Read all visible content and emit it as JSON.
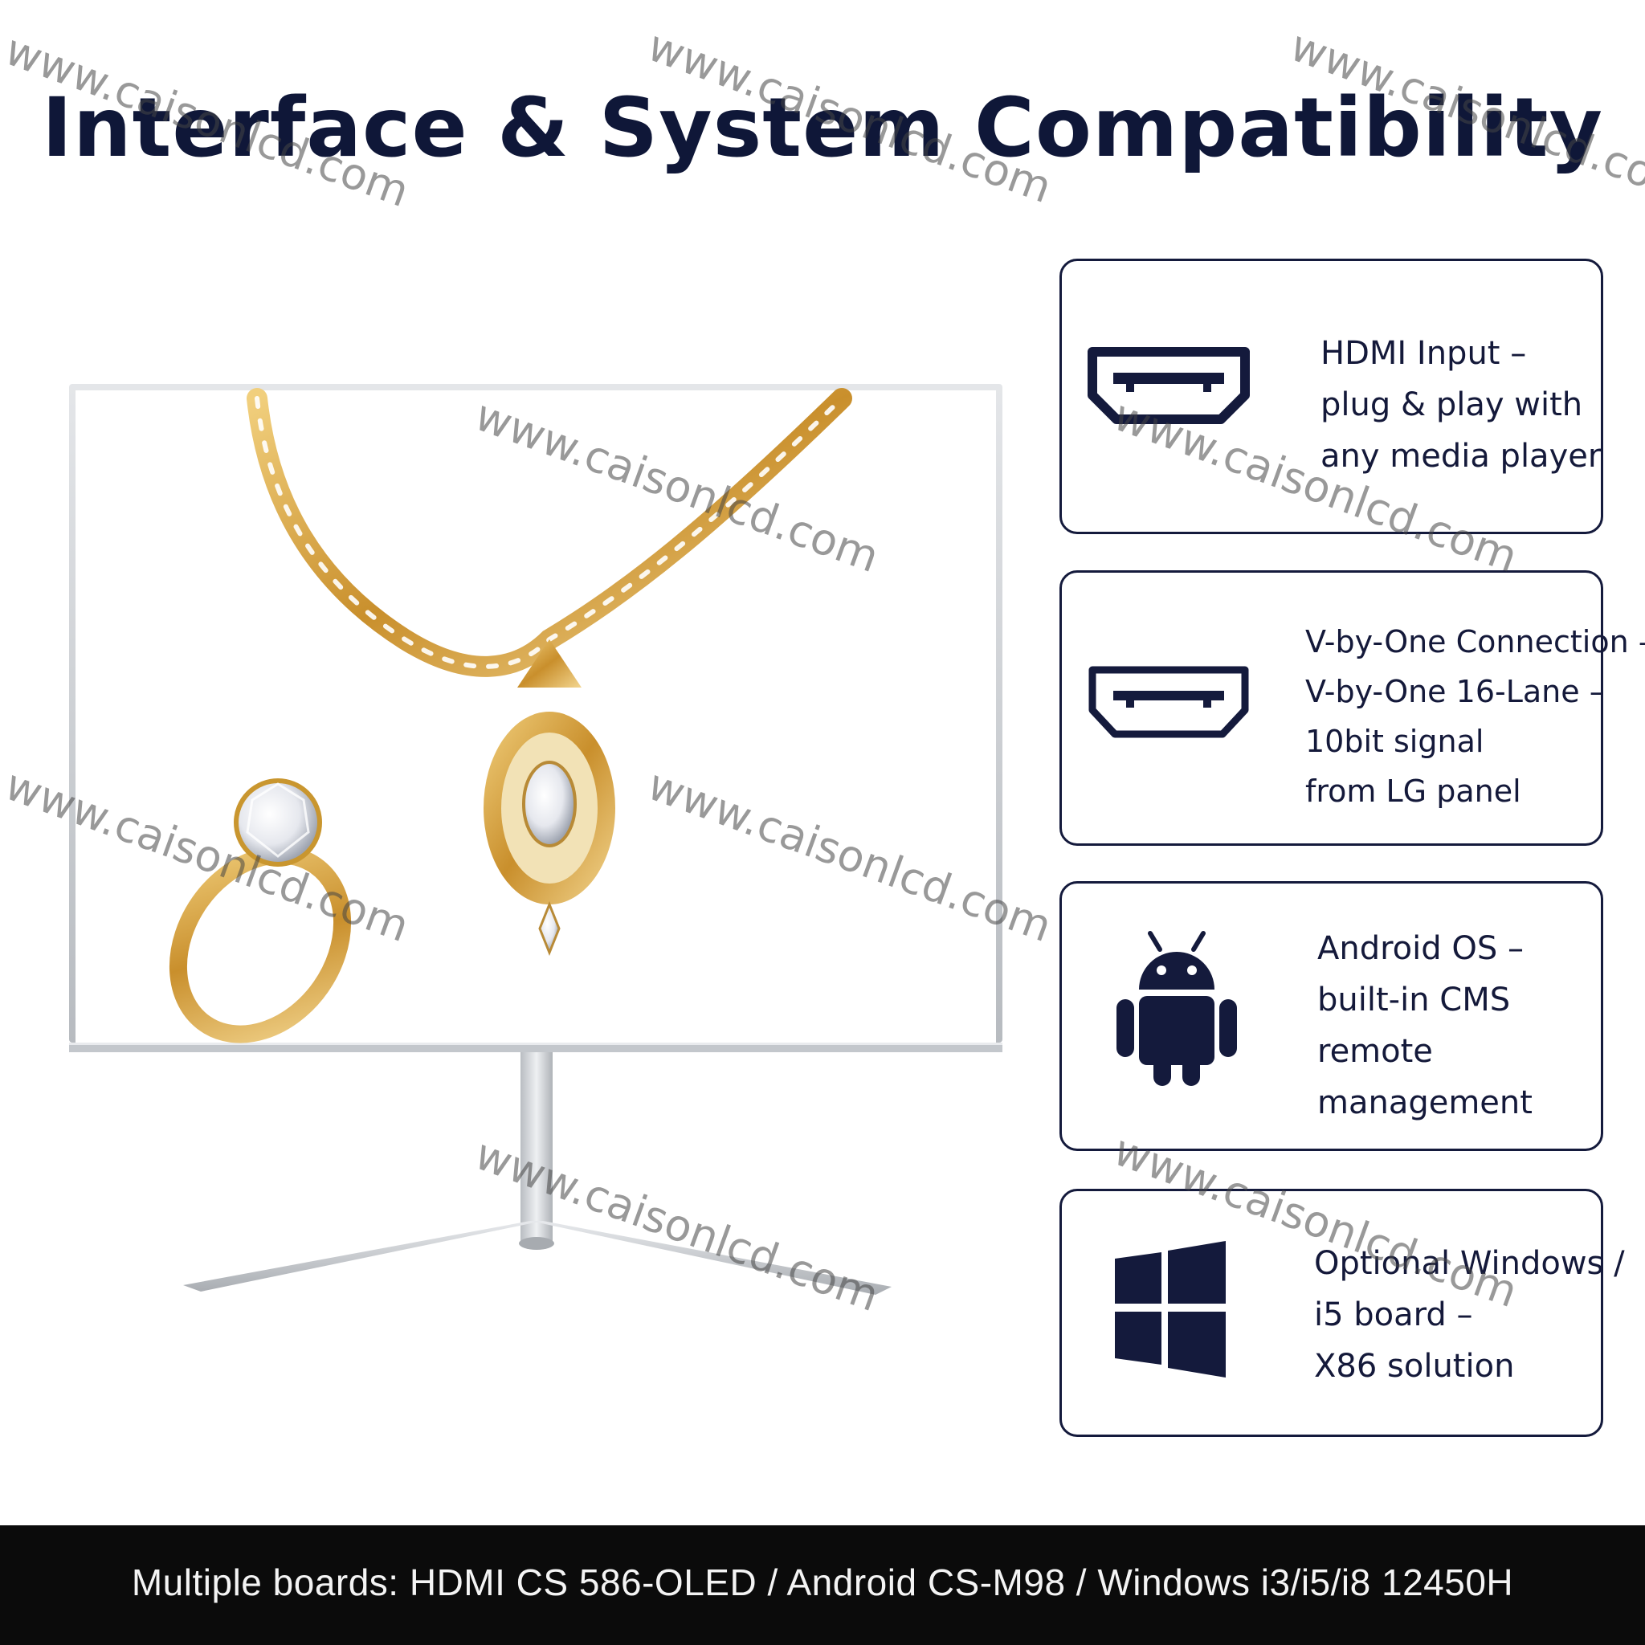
{
  "title": "Interface & System Compatibility",
  "features": [
    {
      "icon": "hdmi-port-icon",
      "lines": [
        "HDMI Input –",
        "plug & play with",
        "any media player"
      ]
    },
    {
      "icon": "vbyone-port-icon",
      "lines": [
        "V-by-One Connection –",
        "V-by-One 16-Lane –",
        "10bit signal",
        "from LG panel"
      ]
    },
    {
      "icon": "android-icon",
      "lines": [
        "Android OS –",
        "built-in CMS",
        "remote",
        "management"
      ]
    },
    {
      "icon": "windows-icon",
      "lines": [
        "Optional Windows /",
        "i5 board –",
        "X86 solution"
      ]
    }
  ],
  "footer": "Multiple boards: HDMI CS 586-OLED / Android CS-M98 / Windows i3/i5/i8 12450H",
  "watermark": "www.caisonlcd.com",
  "colors": {
    "navy": "#0f1738",
    "footer_bg": "#0b0b0b",
    "gold": "#d4a24a",
    "silver": "#cfd2d6"
  }
}
